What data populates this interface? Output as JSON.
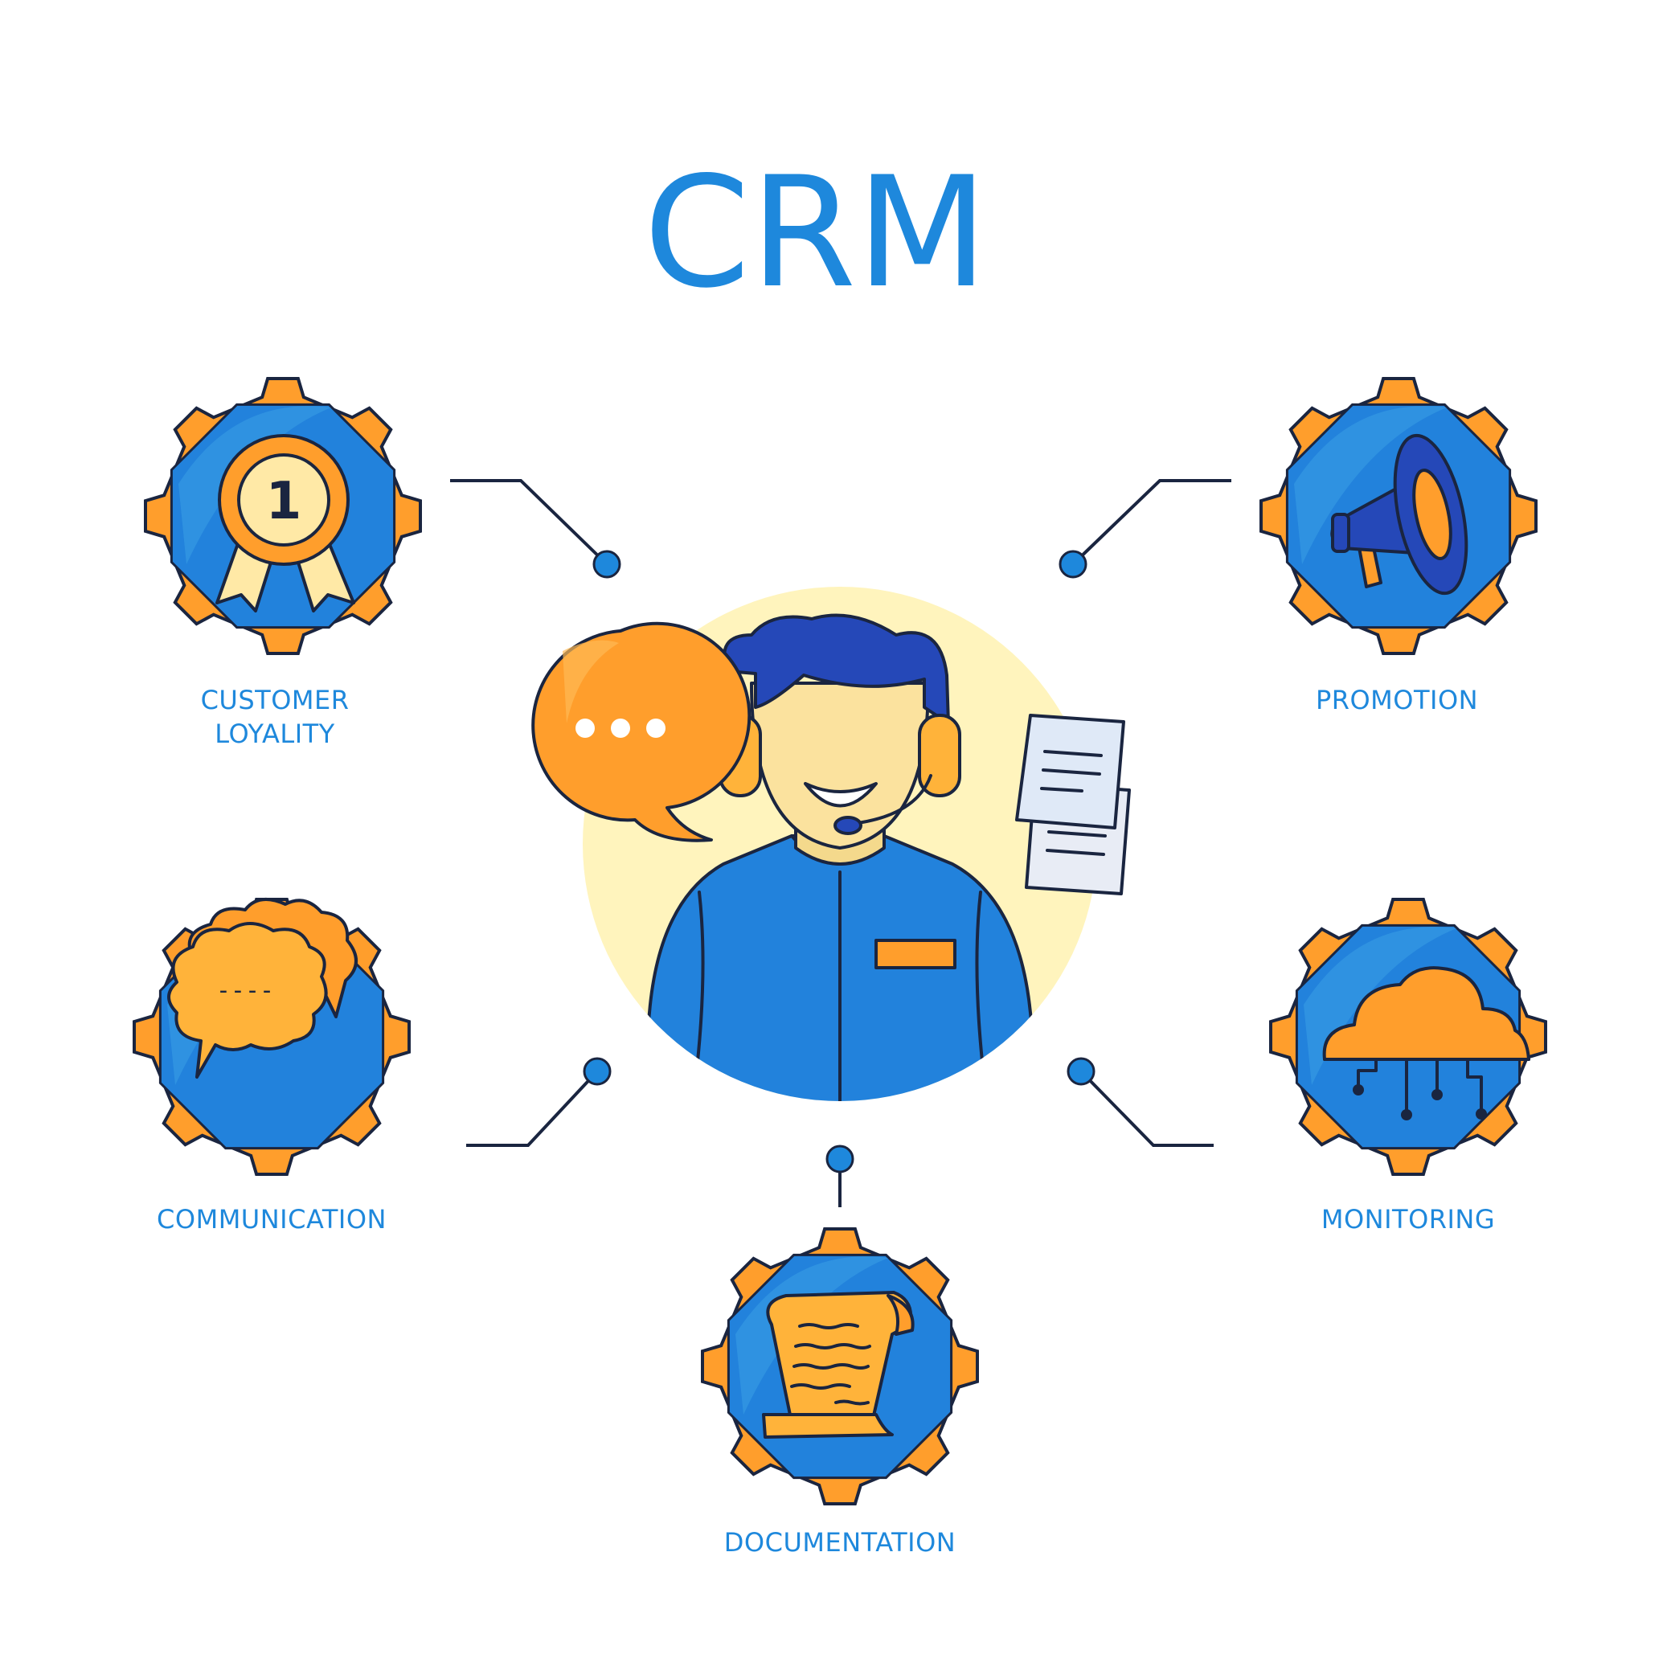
{
  "title": "CRM",
  "colors": {
    "blue": "#1e88dc",
    "orange": "#ff9e2c",
    "gear_blue": "#2282dc",
    "outline": "#1a2540",
    "halo": "#fff4bd"
  },
  "center": {
    "figure": "customer-support-agent-with-headset",
    "accessories": [
      "speech-bubble-icon",
      "documents-icon"
    ]
  },
  "nodes": [
    {
      "id": "customer-loyality",
      "label_lines": [
        "CUSTOMER",
        "LOYALITY"
      ],
      "icon": "award-ribbon-icon",
      "badge_text": "1"
    },
    {
      "id": "promotion",
      "label_lines": [
        "PROMOTION"
      ],
      "icon": "megaphone-icon"
    },
    {
      "id": "communication",
      "label_lines": [
        "COMMUNICATION"
      ],
      "icon": "chat-clouds-icon",
      "bubble_text": "----"
    },
    {
      "id": "monitoring",
      "label_lines": [
        "MONITORING"
      ],
      "icon": "cloud-network-icon"
    },
    {
      "id": "documentation",
      "label_lines": [
        "DOCUMENTATION"
      ],
      "icon": "scroll-document-icon"
    }
  ]
}
